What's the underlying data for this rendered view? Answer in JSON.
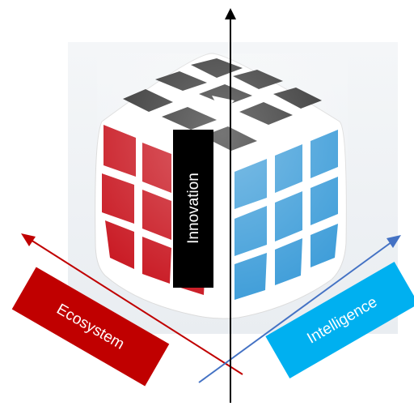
{
  "diagram": {
    "axes": [
      {
        "id": "vertical",
        "label": "Innovation",
        "color": "#000000"
      },
      {
        "id": "left",
        "label": "Ecosystem",
        "color": "#c00000"
      },
      {
        "id": "right",
        "label": "Intelligence",
        "color": "#00b0f0"
      }
    ],
    "cube": {
      "top_color": "#2b2b2b",
      "left_face_color": "#c8141e",
      "right_face_color": "#3a9bd8",
      "frame_color": "#ffffff",
      "logo_icon": "v-logo-icon"
    }
  }
}
